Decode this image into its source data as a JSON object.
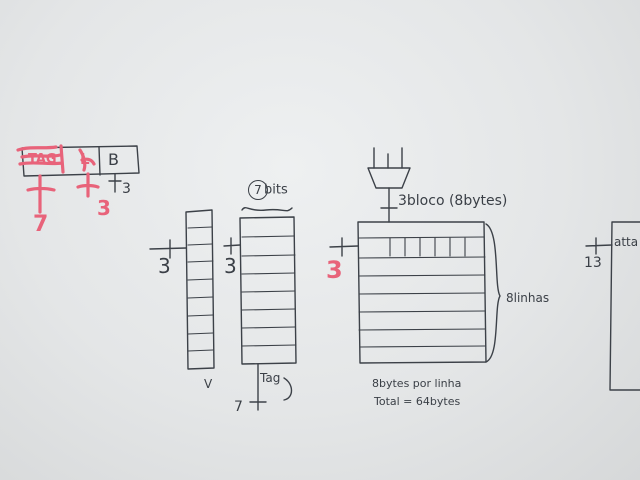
{
  "address_box": {
    "field_1": "TAG",
    "field_2": "L",
    "field_3": "B",
    "tick_field_1": "7",
    "tick_field_2": "3",
    "tick_field_3": "3"
  },
  "valid_array": {
    "index_width": "3",
    "label": "V"
  },
  "tag_array": {
    "index_width": "3",
    "header": "7bits",
    "header_circled": "7",
    "footer": "Tag",
    "footer_width": "7"
  },
  "data_array": {
    "index_width": "3",
    "mux_label": "3bloco (8bytes)",
    "side_label": "8linhas",
    "note_line_1": "8bytes por linha",
    "note_line_2": "Total = 64bytes"
  },
  "right_block": {
    "index_width": "13",
    "header_fragment": "atta"
  }
}
